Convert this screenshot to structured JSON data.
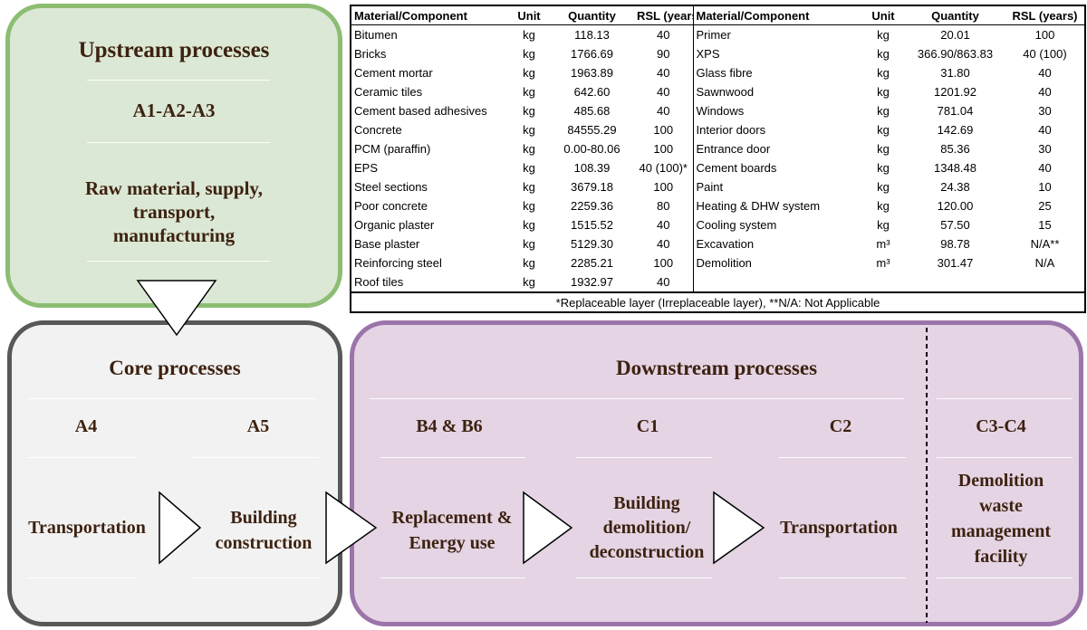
{
  "upstream": {
    "title": "Upstream processes",
    "stage": "A1-A2-A3",
    "desc_lines": [
      "Raw material, supply,",
      "transport,",
      "manufacturing"
    ]
  },
  "core": {
    "title": "Core processes",
    "stages": [
      {
        "code": "A4",
        "lines": [
          "Transportation"
        ]
      },
      {
        "code": "A5",
        "lines": [
          "Building",
          "construction"
        ]
      }
    ]
  },
  "downstream": {
    "title": "Downstream processes",
    "stages": [
      {
        "code": "B4 & B6",
        "lines": [
          "Replacement &",
          "Energy use"
        ]
      },
      {
        "code": "C1",
        "lines": [
          "Building",
          "demolition/",
          "deconstruction"
        ]
      },
      {
        "code": "C2",
        "lines": [
          "Transportation"
        ]
      },
      {
        "code": "C3-C4",
        "lines": [
          "Demolition",
          "waste",
          "management",
          "facility"
        ]
      }
    ]
  },
  "table": {
    "headers": [
      "Material/Component",
      "Unit",
      "Quantity",
      "RSL (years)"
    ],
    "left_rows": [
      [
        "Bitumen",
        "kg",
        "118.13",
        "40"
      ],
      [
        "Bricks",
        "kg",
        "1766.69",
        "90"
      ],
      [
        "Cement mortar",
        "kg",
        "1963.89",
        "40"
      ],
      [
        "Ceramic tiles",
        "kg",
        "642.60",
        "40"
      ],
      [
        "Cement based adhesives",
        "kg",
        "485.68",
        "40"
      ],
      [
        "Concrete",
        "kg",
        "84555.29",
        "100"
      ],
      [
        "PCM (paraffin)",
        "kg",
        "0.00-80.06",
        "100"
      ],
      [
        "EPS",
        "kg",
        "108.39",
        "40 (100)*"
      ],
      [
        "Steel sections",
        "kg",
        "3679.18",
        "100"
      ],
      [
        "Poor concrete",
        "kg",
        "2259.36",
        "80"
      ],
      [
        "Organic plaster",
        "kg",
        "1515.52",
        "40"
      ],
      [
        "Base plaster",
        "kg",
        "5129.30",
        "40"
      ],
      [
        "Reinforcing steel",
        "kg",
        "2285.21",
        "100"
      ],
      [
        "Roof tiles",
        "kg",
        "1932.97",
        "40"
      ]
    ],
    "right_rows": [
      [
        "Primer",
        "kg",
        "20.01",
        "100"
      ],
      [
        "XPS",
        "kg",
        "366.90/863.83",
        "40 (100)"
      ],
      [
        "Glass fibre",
        "kg",
        "31.80",
        "40"
      ],
      [
        "Sawnwood",
        "kg",
        "1201.92",
        "40"
      ],
      [
        "Windows",
        "kg",
        "781.04",
        "30"
      ],
      [
        "Interior doors",
        "kg",
        "142.69",
        "40"
      ],
      [
        "Entrance door",
        "kg",
        "85.36",
        "30"
      ],
      [
        "Cement boards",
        "kg",
        "1348.48",
        "40"
      ],
      [
        "Paint",
        "kg",
        "24.38",
        "10"
      ],
      [
        "Heating & DHW system",
        "kg",
        "120.00",
        "25"
      ],
      [
        "Cooling system",
        "kg",
        "57.50",
        "15"
      ],
      [
        "Excavation",
        "m³",
        "98.78",
        "N/A**"
      ],
      [
        "Demolition",
        "m³",
        "301.47",
        "N/A"
      ],
      [
        "",
        "",
        "",
        ""
      ]
    ],
    "footnote": "*Replaceable layer (Irreplaceable layer), **N/A: Not Applicable"
  }
}
